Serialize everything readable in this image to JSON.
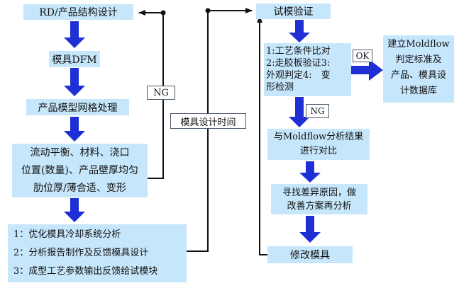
{
  "colors": {
    "box_fill": "#c6e6fb",
    "arrow_fill": "#1f2fd6",
    "line": "#111111"
  },
  "left": {
    "rd_design": "RD/产品结构设计",
    "mold_dfm": "模具DFM",
    "mesh": "产品模型网格处理",
    "flow_lines": [
      "流动平衡、材料、浇口",
      "位置(数量)、产品壁厚均匀",
      "肋位厚/薄合适、变形"
    ],
    "cooling_lines": [
      "1：优化模具冷却系统分析",
      "2：分析报告制作及反馈模具设计",
      "3：成型工艺参数输出反馈给试模块"
    ]
  },
  "labels": {
    "ng_left": "NG",
    "design_time": "模具设计时间",
    "ok": "OK",
    "ng_right": "NG"
  },
  "right": {
    "trial": "试模验证",
    "verify_lines": [
      "1:工艺条件比对",
      "2:走胶板验证3:",
      "外观判定4:　变",
      "形检测"
    ],
    "standard_lines": [
      "建立Moldflow",
      "判定标准及",
      "产品、模具设",
      "计数据库"
    ],
    "compare_lines": [
      "与Moldflow分析结果",
      "进行对比"
    ],
    "reason_lines": [
      "寻找差异原因，做",
      "改善方案再分析"
    ],
    "modify": "修改模具"
  }
}
